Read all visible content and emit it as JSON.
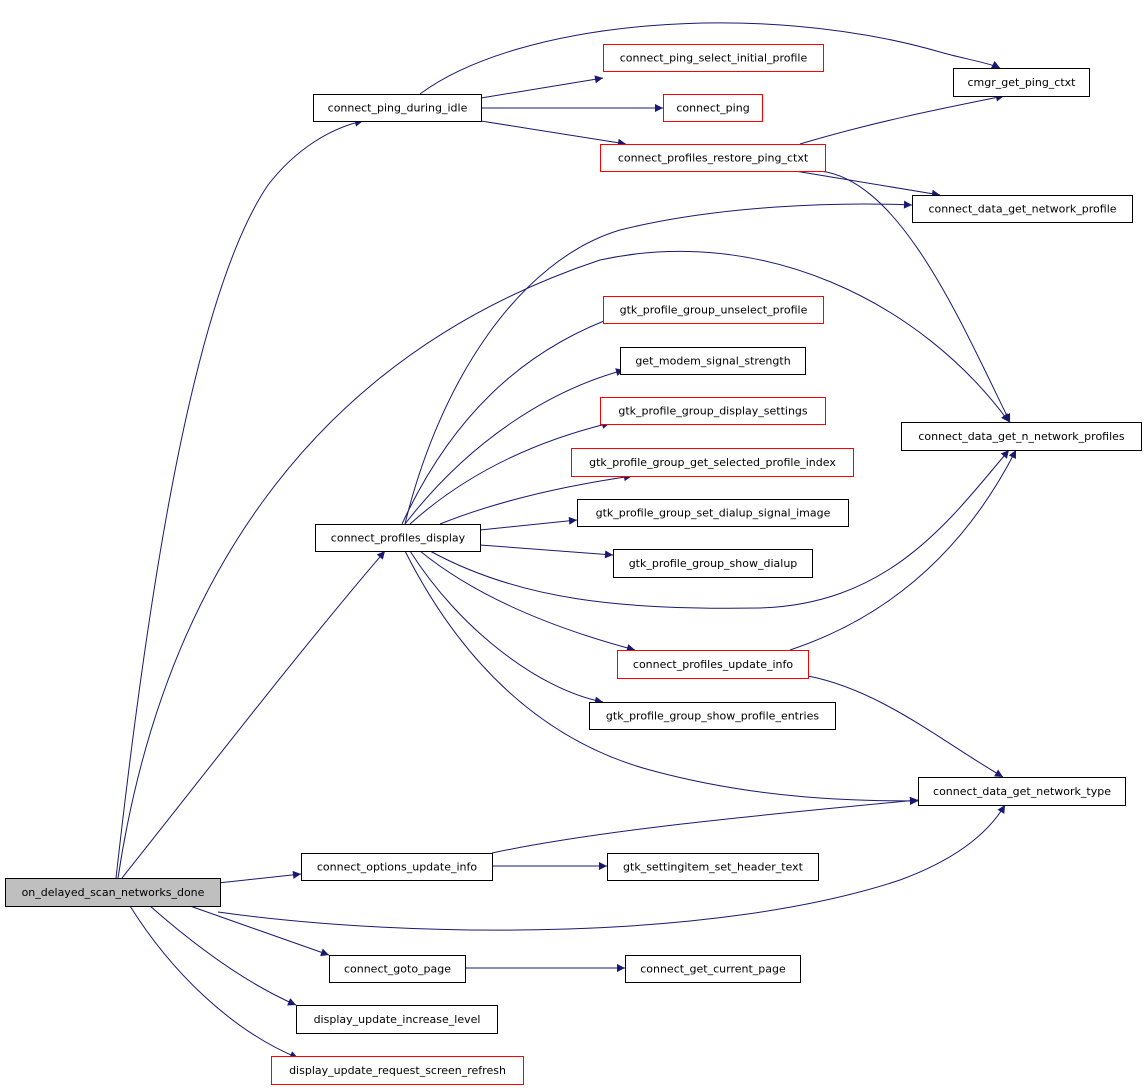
{
  "nodes": [
    {
      "id": "root",
      "label": "on_delayed_scan_networks_done",
      "style": "root"
    },
    {
      "id": "cpdi",
      "label": "connect_ping_during_idle",
      "style": "normal"
    },
    {
      "id": "cpsip",
      "label": "connect_ping_select_initial_profile",
      "style": "red"
    },
    {
      "id": "cmgr",
      "label": "cmgr_get_ping_ctxt",
      "style": "normal"
    },
    {
      "id": "cping",
      "label": "connect_ping",
      "style": "red"
    },
    {
      "id": "cprpc",
      "label": "connect_profiles_restore_ping_ctxt",
      "style": "red"
    },
    {
      "id": "cdgnp",
      "label": "connect_data_get_network_profile",
      "style": "normal"
    },
    {
      "id": "gpgup",
      "label": "gtk_profile_group_unselect_profile",
      "style": "red"
    },
    {
      "id": "gmss",
      "label": "get_modem_signal_strength",
      "style": "normal"
    },
    {
      "id": "gpgds",
      "label": "gtk_profile_group_display_settings",
      "style": "red"
    },
    {
      "id": "cdgnnp",
      "label": "connect_data_get_n_network_profiles",
      "style": "normal"
    },
    {
      "id": "gpggspi",
      "label": "gtk_profile_group_get_selected_profile_index",
      "style": "red"
    },
    {
      "id": "cpd",
      "label": "connect_profiles_display",
      "style": "normal"
    },
    {
      "id": "gpgsdsi",
      "label": "gtk_profile_group_set_dialup_signal_image",
      "style": "normal"
    },
    {
      "id": "gpgsd",
      "label": "gtk_profile_group_show_dialup",
      "style": "normal"
    },
    {
      "id": "cpui",
      "label": "connect_profiles_update_info",
      "style": "red"
    },
    {
      "id": "gpgspe",
      "label": "gtk_profile_group_show_profile_entries",
      "style": "normal"
    },
    {
      "id": "cdgnt",
      "label": "connect_data_get_network_type",
      "style": "normal"
    },
    {
      "id": "coui",
      "label": "connect_options_update_info",
      "style": "normal"
    },
    {
      "id": "gshs",
      "label": "gtk_settingitem_set_header_text",
      "style": "normal"
    },
    {
      "id": "cgp",
      "label": "connect_goto_page",
      "style": "normal"
    },
    {
      "id": "cgcp",
      "label": "connect_get_current_page",
      "style": "normal"
    },
    {
      "id": "duil",
      "label": "display_update_increase_level",
      "style": "normal"
    },
    {
      "id": "durss",
      "label": "display_update_request_screen_refresh",
      "style": "red"
    }
  ],
  "edges": [
    [
      "root",
      "cpdi"
    ],
    [
      "root",
      "cdgnnp"
    ],
    [
      "root",
      "cpd"
    ],
    [
      "root",
      "coui"
    ],
    [
      "root",
      "cdgnt"
    ],
    [
      "root",
      "cgp"
    ],
    [
      "root",
      "duil"
    ],
    [
      "root",
      "durss"
    ],
    [
      "cpdi",
      "cmgr"
    ],
    [
      "cpdi",
      "cpsip"
    ],
    [
      "cpdi",
      "cping"
    ],
    [
      "cpdi",
      "cprpc"
    ],
    [
      "cprpc",
      "cmgr"
    ],
    [
      "cprpc",
      "cdgnp"
    ],
    [
      "cprpc",
      "cdgnnp"
    ],
    [
      "cpd",
      "cdgnp"
    ],
    [
      "cpd",
      "gpgup"
    ],
    [
      "cpd",
      "gmss"
    ],
    [
      "cpd",
      "gpgds"
    ],
    [
      "cpd",
      "gpggspi"
    ],
    [
      "cpd",
      "gpgsdsi"
    ],
    [
      "cpd",
      "gpgsd"
    ],
    [
      "cpd",
      "cdgnnp"
    ],
    [
      "cpd",
      "cpui"
    ],
    [
      "cpd",
      "gpgspe"
    ],
    [
      "cpd",
      "cdgnt"
    ],
    [
      "cpui",
      "cdgnnp"
    ],
    [
      "cpui",
      "cdgnt"
    ],
    [
      "coui",
      "cdgnt"
    ],
    [
      "coui",
      "gshs"
    ],
    [
      "cgp",
      "cgcp"
    ]
  ],
  "colors": {
    "edge": "#191970",
    "red_border": "#ff0000",
    "root_fill": "#bfbfbf"
  }
}
